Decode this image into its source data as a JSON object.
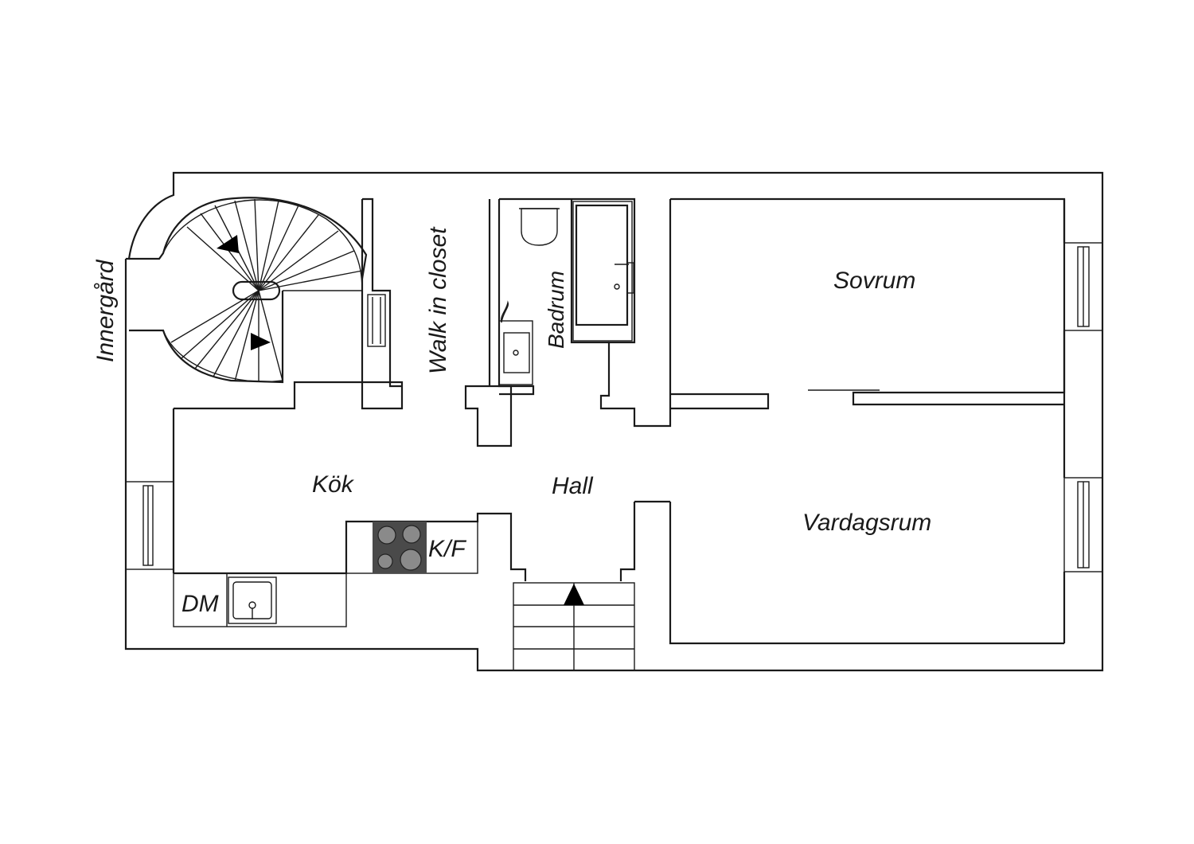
{
  "plan": {
    "labels": {
      "innergard": "Innergård",
      "walk_in_closet": "Walk in closet",
      "badrum": "Badrum",
      "sovrum": "Sovrum",
      "kok": "Kök",
      "hall": "Hall",
      "vardagsrum": "Vardagsrum",
      "kf": "K/F",
      "dm": "DM"
    },
    "icons": {
      "stair_arrow": "triangle-arrow-icon",
      "stove": "stove-icon",
      "sink": "sink-icon",
      "toilet": "toilet-icon",
      "bathtub": "bathtub-icon",
      "window": "window-icon"
    },
    "colors": {
      "line": "#1a1a1a",
      "stove_fill": "#4a4a4a",
      "background": "#ffffff"
    }
  }
}
